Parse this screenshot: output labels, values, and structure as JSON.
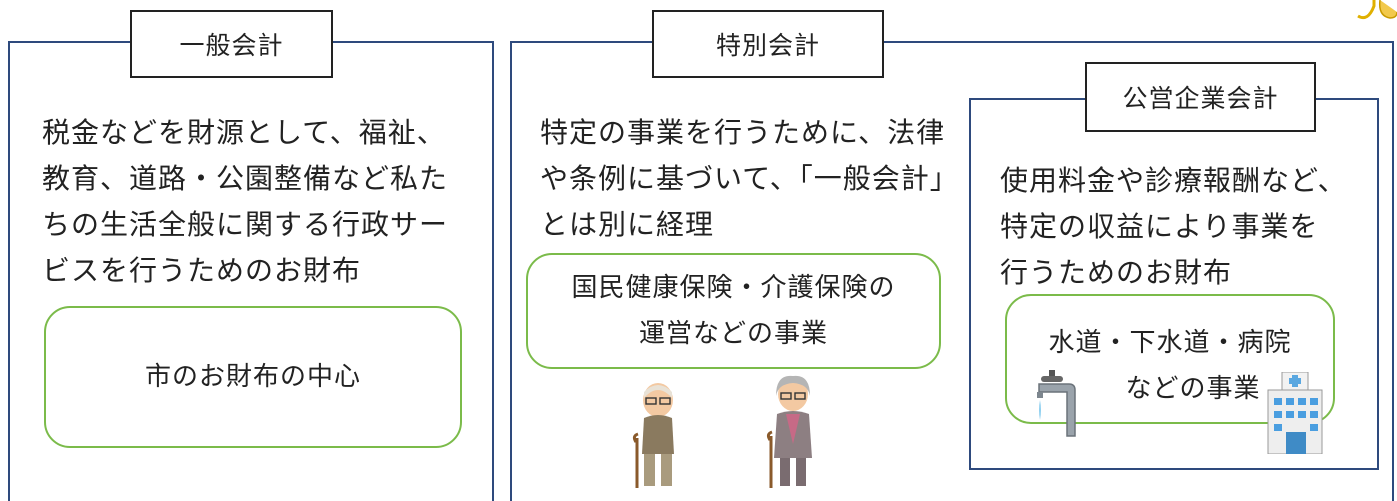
{
  "general": {
    "title": "一般会計",
    "description": "税金などを財源として、福祉、\n教育、道路・公園整備など私た\nちの生活全般に関する行政サー\nビスを行うためのお財布",
    "box": "市のお財布の中心"
  },
  "special": {
    "title": "特別会計",
    "description": "特定の事業を行うために、法律\nや条例に基づいて、「一般会計」\nとは別に経理",
    "box": "国民健康保険・介護保険の\n運営などの事業"
  },
  "public_enterprise": {
    "title": "公営企業会計",
    "description": "使用料金や診療報酬など、\n特定の収益により事業を\n行うためのお財布",
    "box_line1": "水道・下水道・病院",
    "box_line2": "などの事業"
  },
  "icons": [
    "elderly-man-cane-icon",
    "elderly-woman-cane-icon",
    "water-faucet-icon",
    "hospital-building-icon",
    "decorative-corner-icon"
  ],
  "colors": {
    "panel_border": "#2e4a7d",
    "box_border": "#7bbb4a",
    "tab_border": "#222222"
  }
}
